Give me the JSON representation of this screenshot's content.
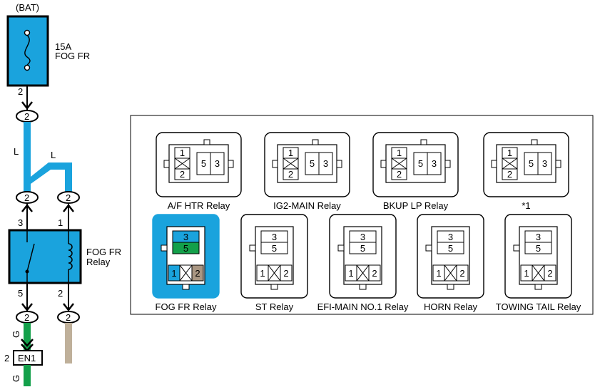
{
  "colors": {
    "highlight_blue": "#1aa3dd",
    "wire_blue": "#1aa3dd",
    "wire_green": "#13a04a",
    "wire_tan": "#bfb09a",
    "pin_green": "#13a04a",
    "pin_tan": "#a99682",
    "outline": "#000000",
    "background": "#ffffff"
  },
  "circuit": {
    "source_label": "(BAT)",
    "fuse_rating": "15A",
    "fuse_name": "FOG FR",
    "fuse_pin": "2",
    "connector_pin": "2",
    "wire_color_main": "L",
    "wire_color_branch": "L",
    "relay_pin_3": "3",
    "relay_pin_1": "1",
    "relay_pin_5": "5",
    "relay_pin_2": "2",
    "relay_name_line1": "FOG FR",
    "relay_name_line2": "Relay",
    "wire_color_out_top": "G",
    "wire_color_out_bottom": "G",
    "ground_connector": "EN1",
    "ground_pin": "2"
  },
  "relays_top": [
    {
      "name": "A/F HTR Relay",
      "pins": [
        "1",
        "2",
        "5",
        "3"
      ]
    },
    {
      "name": "IG2-MAIN Relay",
      "pins": [
        "1",
        "2",
        "5",
        "3"
      ]
    },
    {
      "name": "BKUP LP Relay",
      "pins": [
        "1",
        "2",
        "5",
        "3"
      ]
    },
    {
      "name": "*1",
      "pins": [
        "1",
        "2",
        "5",
        "3"
      ]
    }
  ],
  "relays_bottom": [
    {
      "name": "FOG FR Relay",
      "pins": [
        "3",
        "5",
        "1",
        "2"
      ],
      "highlighted": true
    },
    {
      "name": "ST Relay",
      "pins": [
        "3",
        "5",
        "1",
        "2"
      ]
    },
    {
      "name": "EFI-MAIN NO.1 Relay",
      "pins": [
        "3",
        "5",
        "1",
        "2"
      ]
    },
    {
      "name": "HORN Relay",
      "pins": [
        "3",
        "5",
        "1",
        "2"
      ]
    },
    {
      "name": "TOWING TAIL Relay",
      "pins": [
        "3",
        "5",
        "1",
        "2"
      ]
    }
  ]
}
